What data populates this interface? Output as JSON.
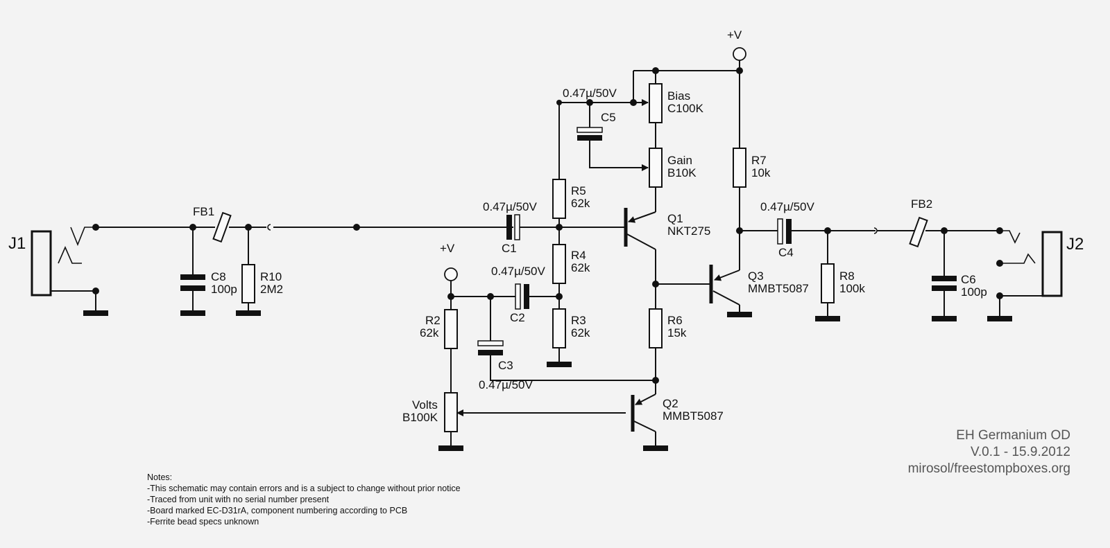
{
  "schematic": {
    "title_block": {
      "name": "EH Germanium OD",
      "version": "V.0.1 - 15.9.2012",
      "author": "mirosol/freestompboxes.org"
    },
    "supply_label": "+V",
    "connectors": {
      "j1": "J1",
      "j2": "J2"
    },
    "components": {
      "fb1": {
        "ref": "FB1"
      },
      "fb2": {
        "ref": "FB2"
      },
      "c8": {
        "ref": "C8",
        "value": "100p"
      },
      "r10": {
        "ref": "R10",
        "value": "2M2"
      },
      "c1": {
        "ref": "C1",
        "value": "0.47µ/50V"
      },
      "r5": {
        "ref": "R5",
        "value": "62k"
      },
      "r4": {
        "ref": "R4",
        "value": "62k"
      },
      "r3": {
        "ref": "R3",
        "value": "62k"
      },
      "c2": {
        "ref": "C2",
        "value": "0.47µ/50V"
      },
      "c5": {
        "ref": "C5",
        "value": "0.47µ/50V"
      },
      "bias": {
        "ref": "Bias",
        "value": "C100K"
      },
      "gain": {
        "ref": "Gain",
        "value": "B10K"
      },
      "q1": {
        "ref": "Q1",
        "value": "NKT275"
      },
      "r7": {
        "ref": "R7",
        "value": "10k"
      },
      "c4": {
        "ref": "C4",
        "value": "0.47µ/50V"
      },
      "q3": {
        "ref": "Q3",
        "value": "MMBT5087"
      },
      "r8": {
        "ref": "R8",
        "value": "100k"
      },
      "c6": {
        "ref": "C6",
        "value": "100p"
      },
      "r2": {
        "ref": "R2",
        "value": "62k"
      },
      "c3": {
        "ref": "C3",
        "value": "0.47µ/50V"
      },
      "r6": {
        "ref": "R6",
        "value": "15k"
      },
      "volts": {
        "ref": "Volts",
        "value": "B100K"
      },
      "q2": {
        "ref": "Q2",
        "value": "MMBT5087"
      }
    },
    "notes": {
      "heading": "Notes:",
      "lines": [
        "-This schematic may contain errors and is a subject to change without prior notice",
        "-Traced from unit with no serial number present",
        "-Board marked EC-D31rA, component numbering according to PCB",
        "-Ferrite bead specs unknown"
      ]
    }
  }
}
